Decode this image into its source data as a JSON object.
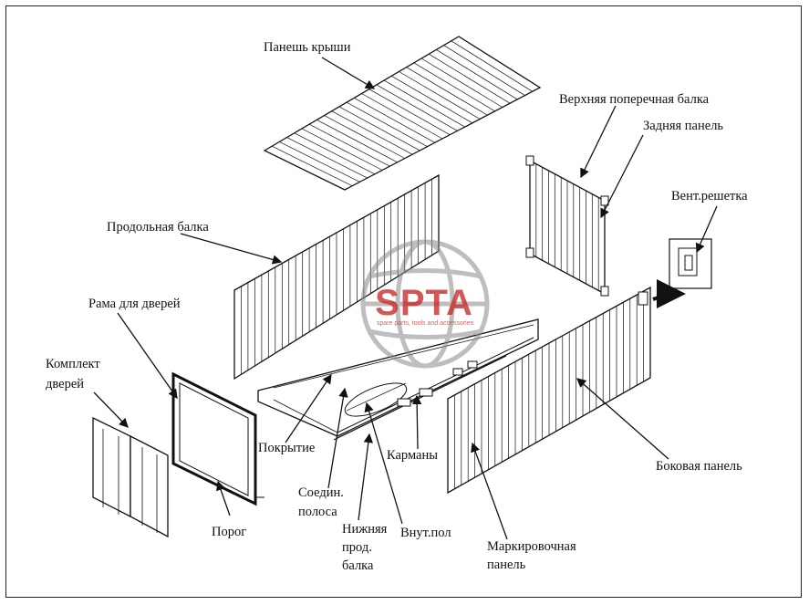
{
  "labels": {
    "roof_panel": "Панешь крыши",
    "top_cross_beam": "Верхняя поперечная балка",
    "rear_panel": "Задняя панель",
    "vent": "Вент.решетка",
    "long_beam": "Продольная балка",
    "door_frame": "Рама для дверей",
    "door_set_line1": "Комплект",
    "door_set_line2": "дверей",
    "coating": "Покрытие",
    "pockets": "Карманы",
    "side_panel": "Боковая панель",
    "joint_strip_line1": "Соедин.",
    "joint_strip_line2": "полоса",
    "threshold": "Порог",
    "bottom_rail_line1": "Нижняя",
    "bottom_rail_line2": "прод.",
    "bottom_rail_line3": "балка",
    "inner_floor": "Внут.пол",
    "marking_panel_line1": "Маркировочная",
    "marking_panel_line2": "панель"
  },
  "watermark": {
    "title": "SPTA",
    "subtitle": "spare parts, tools and accessories",
    "color": "#c82828"
  }
}
